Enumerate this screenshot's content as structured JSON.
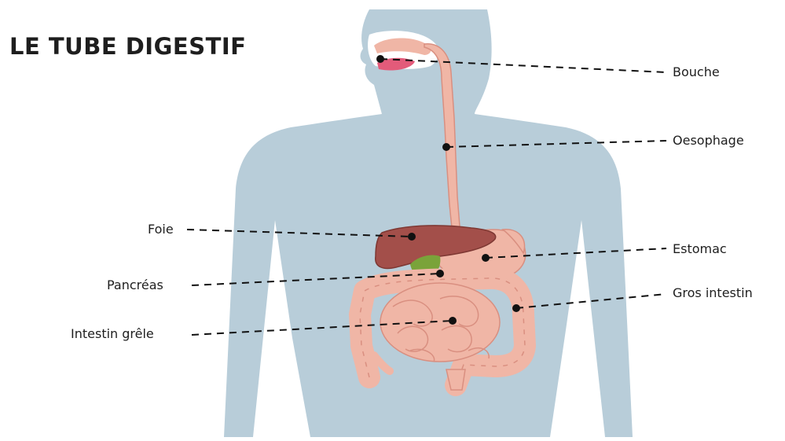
{
  "title": "LE TUBE DIGESTIF",
  "labels": {
    "bouche": "Bouche",
    "oesophage": "Oesophage",
    "foie": "Foie",
    "estomac": "Estomac",
    "pancreas": "Pancréas",
    "gros_intestin": "Gros intestin",
    "intestin_grele": "Intestin grêle"
  },
  "colors": {
    "body": "#b8cdd9",
    "tract": "#f0b6a6",
    "tract_outline": "#d98f80",
    "liver": "#a34f4a",
    "gallbladder": "#7aa33a",
    "pancreas": "#f2c24a",
    "mouth": "#e35b7a",
    "leader": "#111111"
  }
}
